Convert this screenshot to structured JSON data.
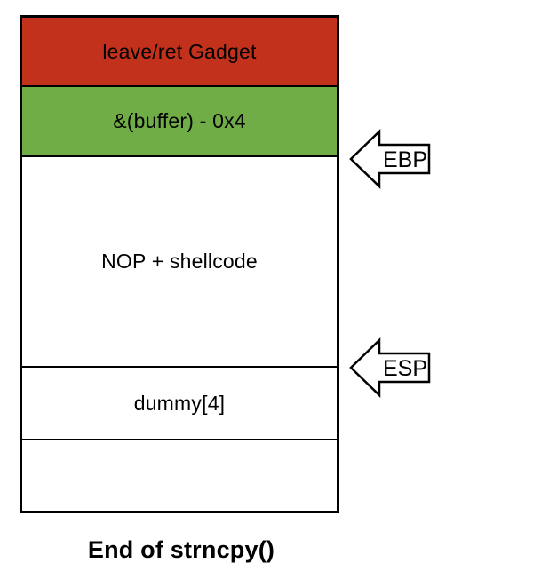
{
  "page": {
    "background": "#ffffff"
  },
  "diagram": {
    "caption": "End of strncpy()",
    "colors": {
      "gadget_fill": "#c2311b",
      "buffer_fill": "#70ad47",
      "plain_fill": "#ffffff",
      "border": "#000000",
      "arrow_fill": "#ffffff",
      "arrow_outline": "#000000",
      "text": "#000000"
    },
    "stack_segments": [
      {
        "label": "leave/ret Gadget",
        "fill": "#c2311b"
      },
      {
        "label": "&(buffer) - 0x4",
        "fill": "#70ad47"
      },
      {
        "label": "NOP + shellcode",
        "fill": "#ffffff"
      },
      {
        "label": "dummy[4]",
        "fill": "#ffffff"
      },
      {
        "label": "",
        "fill": "#ffffff"
      }
    ],
    "pointer_arrows": [
      {
        "label": "EBP"
      },
      {
        "label": "ESP"
      }
    ]
  }
}
